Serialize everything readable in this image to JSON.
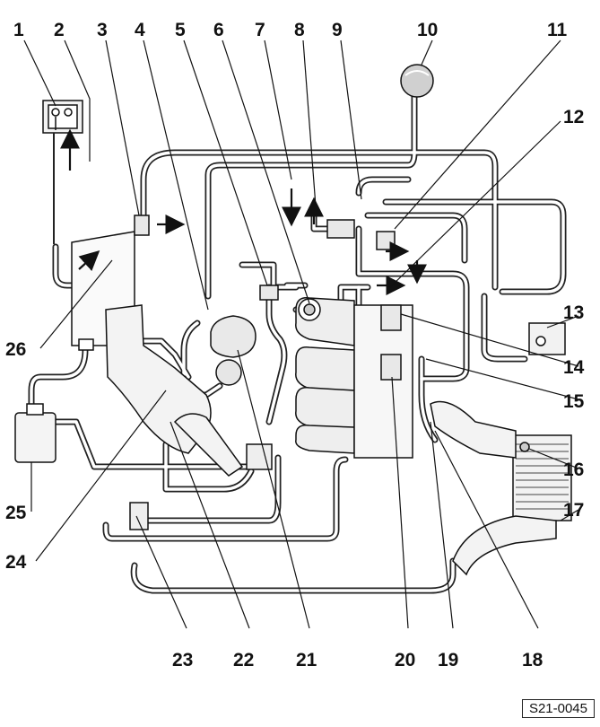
{
  "diagram": {
    "callouts": [
      "1",
      "2",
      "3",
      "4",
      "5",
      "6",
      "7",
      "8",
      "9",
      "10",
      "11",
      "12",
      "13",
      "14",
      "15",
      "16",
      "17",
      "18",
      "19",
      "20",
      "21",
      "22",
      "23",
      "24",
      "25",
      "26"
    ],
    "reference_code": "S21-0045"
  }
}
